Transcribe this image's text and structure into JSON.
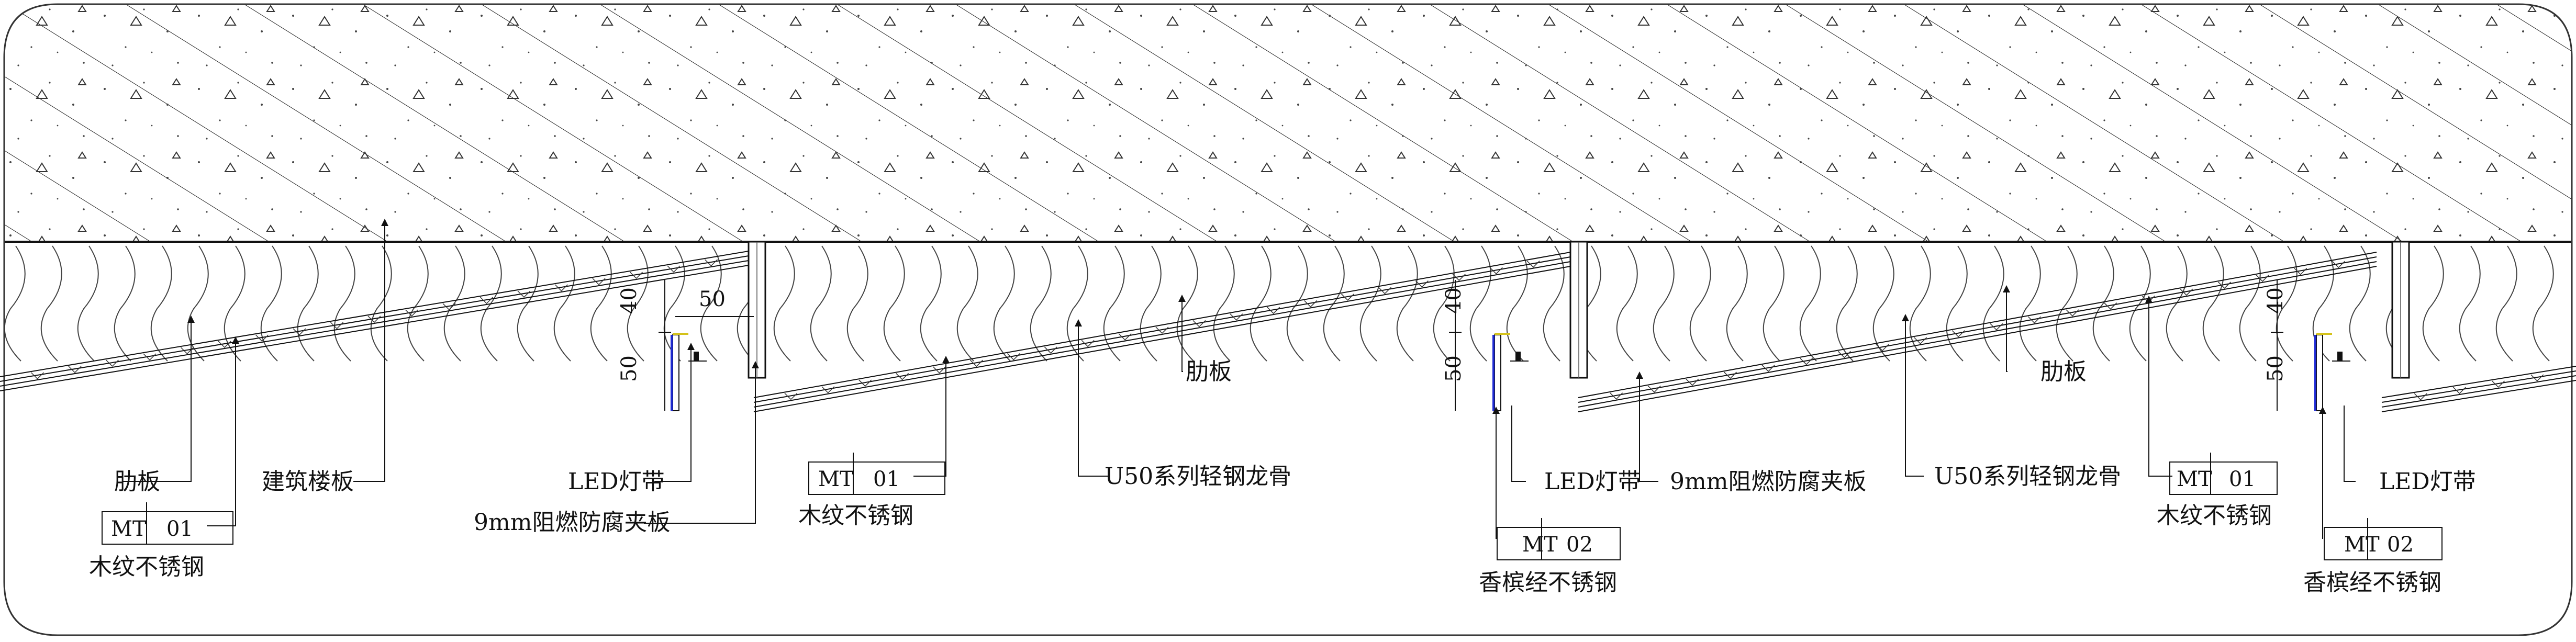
{
  "slab_label": "建筑楼板",
  "rib_label": "肋板",
  "led_label": "LED灯带",
  "plywood_label": "9mm阻燃防腐夹板",
  "keel_label": "U50系列轻钢龙骨",
  "material_tags": [
    {
      "code": "MT",
      "number": "01",
      "name": "木纹不锈钢"
    },
    {
      "code": "MT",
      "number": "02",
      "name": "香槟经不锈钢"
    }
  ],
  "dimensions": {
    "offset": "40",
    "height": "50",
    "width": "50"
  },
  "colors": {
    "line": "#111111",
    "led_yellow": "#d4c21a",
    "led_blue": "#1f2bd6"
  }
}
